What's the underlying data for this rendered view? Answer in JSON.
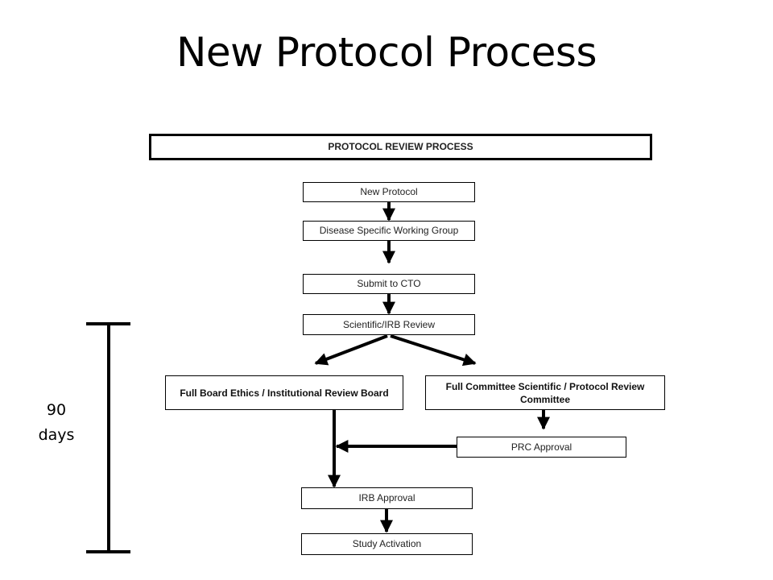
{
  "title": "New Protocol Process",
  "diagram": {
    "header": "PROTOCOL  REVIEW PROCESS",
    "steps": {
      "new_protocol": "New Protocol",
      "disease_group": "Disease Specific Working Group",
      "submit_cto": "Submit to CTO",
      "scientific_irb_review": "Scientific/IRB  Review",
      "full_board": "Full Board Ethics / Institutional Review Board",
      "full_committee": "Full Committee  Scientific / Protocol Review Committee",
      "prc_approval": "PRC Approval",
      "irb_approval": "IRB Approval",
      "study_activation": "Study Activation"
    },
    "duration": {
      "value": "90",
      "unit": "days"
    }
  },
  "colors": {
    "line": "#000000",
    "box_border": "#000000",
    "background": "#ffffff"
  }
}
